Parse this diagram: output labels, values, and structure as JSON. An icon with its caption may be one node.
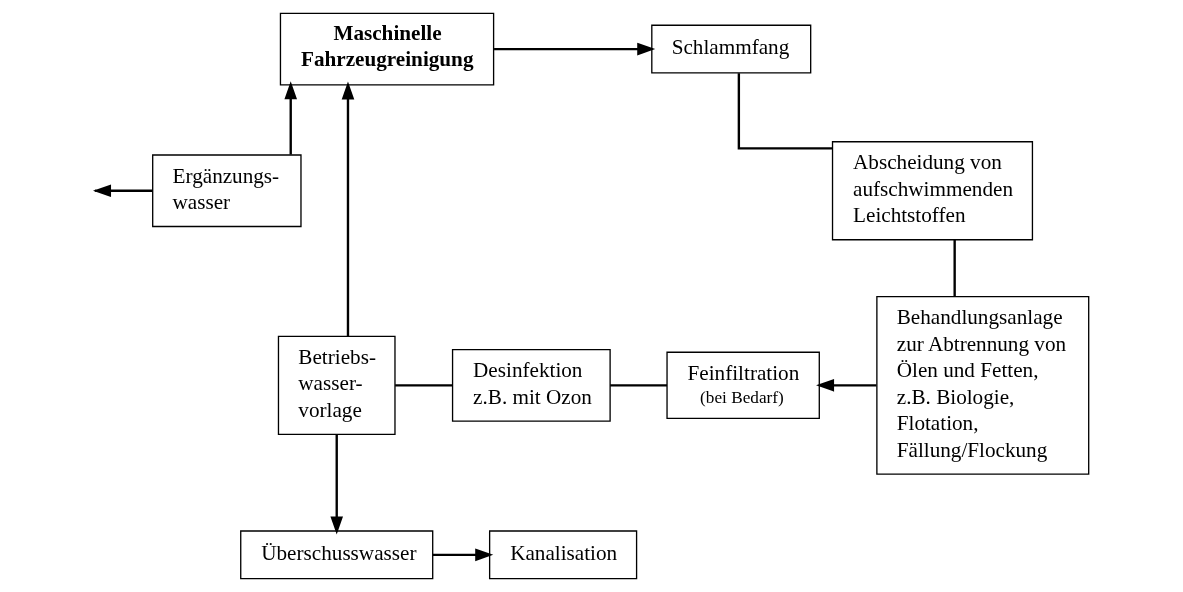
{
  "diagram": {
    "nodes": [
      {
        "text": [
          "Maschinelle Fahrzeugreinigung"
        ]
      },
      {
        "text": [
          "Schlammfang"
        ]
      },
      {
        "text": [
          "Ergänzungs- wasser"
        ]
      },
      {
        "text": [
          "Abscheidung von aufschwimmenden Leichtstoffen"
        ]
      },
      {
        "text": [
          "Betriebs- wasser- vorlage"
        ]
      },
      {
        "text": [
          "Desinfektion z.B. mit Ozon"
        ]
      },
      {
        "text": [
          "Feinfiltration",
          "(bei Bedarf)"
        ]
      },
      {
        "text": [
          "Behandlungsanlage zur Abtrennung von Ölen und Fetten, z.B. Biologie, Flotation, Fällung/Flockung"
        ]
      },
      {
        "text": [
          "Überschusswasser"
        ]
      },
      {
        "text": [
          "Kanalisation"
        ]
      }
    ],
    "edges": [
      {
        "from": 0,
        "to": 1,
        "arrow": "to"
      },
      {
        "from": 1,
        "to": 3,
        "arrow": "none"
      },
      {
        "from": 3,
        "to": 7,
        "arrow": "none"
      },
      {
        "from": 7,
        "to": 6,
        "arrow": "to"
      },
      {
        "from": 6,
        "to": 5,
        "arrow": "none"
      },
      {
        "from": 5,
        "to": 4,
        "arrow": "none"
      },
      {
        "from": 4,
        "to": 0,
        "arrow": "to"
      },
      {
        "from": 2,
        "to": 0,
        "arrow": "to"
      },
      {
        "from": 2,
        "to": null,
        "arrow": "to"
      },
      {
        "from": 4,
        "to": 8,
        "arrow": "to"
      },
      {
        "from": 8,
        "to": 9,
        "arrow": "to"
      }
    ]
  }
}
